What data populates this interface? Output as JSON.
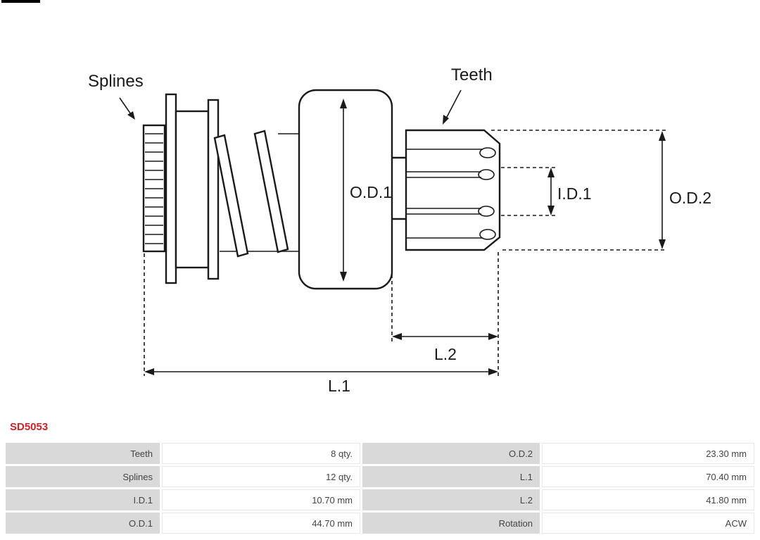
{
  "colors": {
    "accent_red": "#cf2128",
    "table_label_bg": "#d9d9d9",
    "drawing_stroke": "#1a1a1a"
  },
  "part_number": "SD5053",
  "diagram_labels": {
    "splines": "Splines",
    "teeth": "Teeth",
    "od1": "O.D.1",
    "id1": "I.D.1",
    "od2": "O.D.2",
    "l1": "L.1",
    "l2": "L.2"
  },
  "specs": {
    "rows": [
      {
        "label1": "Teeth",
        "value1": "8 qty.",
        "label2": "O.D.2",
        "value2": "23.30 mm"
      },
      {
        "label1": "Splines",
        "value1": "12 qty.",
        "label2": "L.1",
        "value2": "70.40 mm"
      },
      {
        "label1": "I.D.1",
        "value1": "10.70 mm",
        "label2": "L.2",
        "value2": "41.80 mm"
      },
      {
        "label1": "O.D.1",
        "value1": "44.70 mm",
        "label2": "Rotation",
        "value2": "ACW"
      }
    ]
  }
}
